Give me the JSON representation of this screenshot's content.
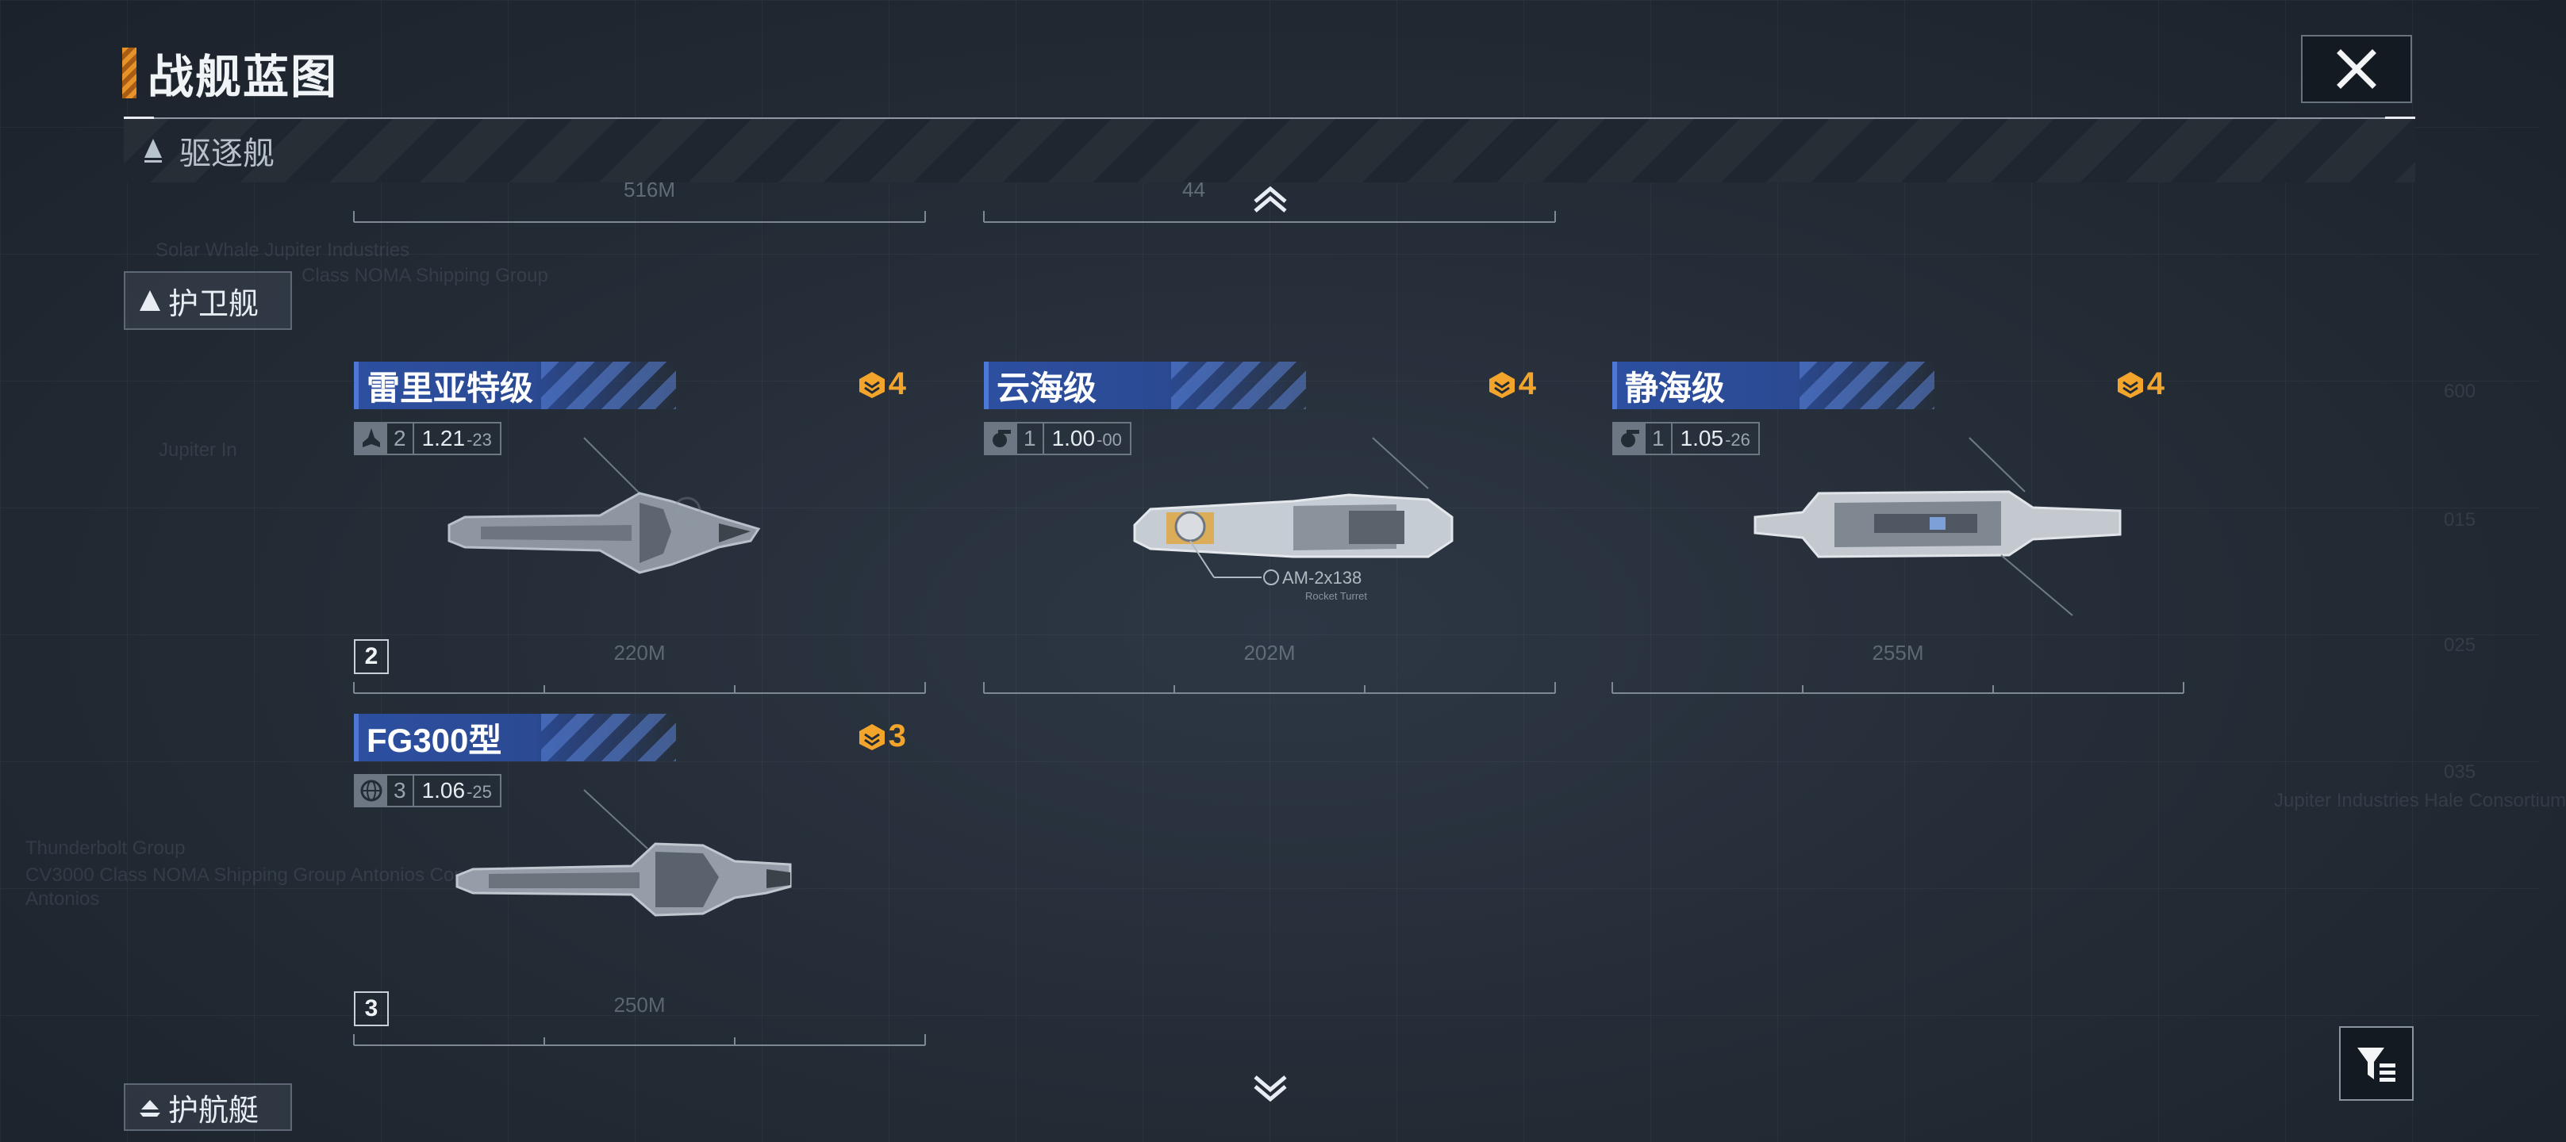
{
  "page": {
    "title": "战舰蓝图"
  },
  "category": {
    "label": "驱逐舰"
  },
  "subtabs": [
    {
      "label": "护卫舰"
    },
    {
      "label": "护航艇"
    }
  ],
  "previous_row": [
    {
      "length": "516M"
    },
    {
      "length": "44"
    }
  ],
  "ships": [
    {
      "name": "雷里亚特级",
      "rank": "4",
      "count": "2",
      "version": "1.21",
      "version_sub": "-23",
      "tier": "2",
      "length": "220M",
      "icon": "fighter-icon"
    },
    {
      "name": "云海级",
      "rank": "4",
      "count": "1",
      "version": "1.00",
      "version_sub": "-00",
      "tier": "",
      "length": "202M",
      "icon": "turret-icon",
      "weapon_label": "AM-2x138",
      "weapon_sub": "Rocket Turret"
    },
    {
      "name": "静海级",
      "rank": "4",
      "count": "1",
      "version": "1.05",
      "version_sub": "-26",
      "tier": "",
      "length": "255M",
      "icon": "turret-icon"
    },
    {
      "name": "FG300型",
      "rank": "3",
      "count": "3",
      "version": "1.06",
      "version_sub": "-25",
      "tier": "3",
      "length": "250M",
      "icon": "globe-icon"
    }
  ],
  "background_text": [
    "Solar Whale Jupiter Industries",
    "Class NOMA Shipping Group",
    "Jupiter In",
    "Thunderbolt Group",
    "CV3000 Class NOMA Shipping Group Antonios Consortium",
    "Antonios",
    "Jupiter Industries   Hale Consortium",
    "600",
    "015",
    "025",
    "035"
  ],
  "colors": {
    "accent_orange": "#f3a52b",
    "name_bar_blue": "#2c4fa0",
    "background": "#232b35"
  }
}
